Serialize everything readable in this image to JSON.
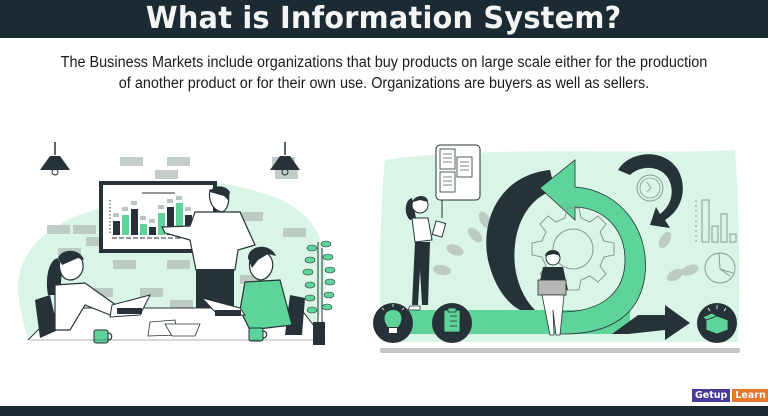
{
  "header": {
    "title": "What is Information System?",
    "background": "#1c2b33",
    "text_color": "#f4f6f5"
  },
  "description": {
    "line1": "The Business Markets include organizations that buy products on large scale either for the production",
    "line2": "of another product or for their own use. Organizations are buyers as well as sellers."
  },
  "illustrations": {
    "left": {
      "subject": "team-meeting-presentation",
      "elements": [
        "pendant-lamp",
        "pendant-lamp",
        "presentation-board-bar-chart",
        "presenter",
        "woman-with-laptop",
        "man-with-laptop",
        "coffee-mug",
        "coffee-mug",
        "potted-plant",
        "papers"
      ],
      "board_chart_bars": [
        {
          "color": "dark",
          "h": 14
        },
        {
          "color": "green",
          "h": 20
        },
        {
          "color": "dark",
          "h": 26
        },
        {
          "color": "green",
          "h": 11
        },
        {
          "color": "dark",
          "h": 8
        },
        {
          "color": "green",
          "h": 22
        },
        {
          "color": "dark",
          "h": 28
        },
        {
          "color": "green",
          "h": 32
        },
        {
          "color": "dark",
          "h": 20
        }
      ]
    },
    "right": {
      "subject": "process-cycle",
      "elements": [
        "documents-panel",
        "woman-with-tablet",
        "cycle-arrows",
        "gear",
        "woman-with-laptop",
        "clock-arrow",
        "bar-chart",
        "pie-chart",
        "lightbulb-icon",
        "clipboard-icon",
        "forward-arrow",
        "open-box-icon"
      ]
    },
    "colors": {
      "dark": "#263238",
      "green": "#5ed49a",
      "light_green": "#d8f5e6",
      "gray": "#b7b7b7"
    }
  },
  "logo": {
    "part1": "Getup",
    "part2": "Learn",
    "part1_bg": "#4a3a9a",
    "part2_bg": "#e8772e"
  }
}
